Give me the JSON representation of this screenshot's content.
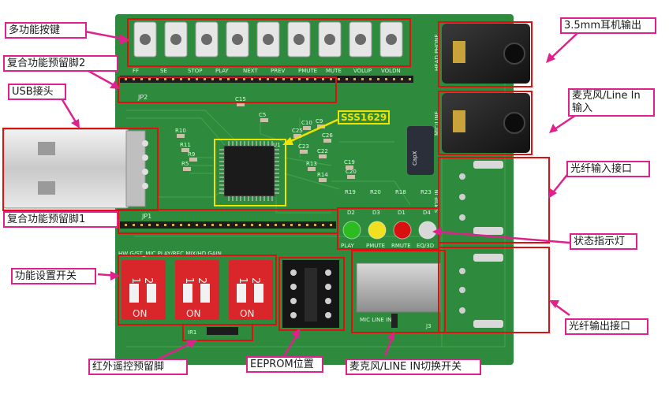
{
  "labels": {
    "multi_keys": "多功能按键",
    "reserved_pin2": "复合功能预留脚2",
    "usb_connector": "USB接头",
    "chip": "SSS1629",
    "reserved_pin1": "复合功能预留脚1",
    "function_switch": "功能设置开关",
    "ir_reserved": "红外遥控预留脚",
    "eeprom": "EEPROM位置",
    "mic_line_switch": "麦克风/LINE IN切换开关",
    "headphone_out": "3.5mm耳机输出",
    "mic_line_in": "麦克风/Line In 输入",
    "optical_in": "光纤输入接口",
    "status_led": "状态指示灯",
    "optical_out": "光纤输出接口"
  },
  "silkscreen": {
    "button_labels": [
      "FF",
      "SE",
      "STOP",
      "PLAY",
      "NEXT",
      "PREV",
      "PMUTE",
      "MUTE",
      "VOLUP",
      "VOLDN"
    ],
    "jp2": "JP2",
    "jp1": "JP1",
    "u1": "U1",
    "jack_text_1": "HEAD PHONE",
    "jack_text_2": "MIC/LINE",
    "led_refs": [
      "D2",
      "D3",
      "D1",
      "D4"
    ],
    "led_labels": [
      "PLAY",
      "PMUTE",
      "RMUTE",
      "EQ/3D"
    ],
    "resistor_refs": [
      "R19",
      "R20",
      "R18",
      "R23"
    ],
    "spdif": "SPDIF IN",
    "dip_header": "HW G/ST_MIC PLAY/REC MIX/HD GAIN",
    "dip_num_1": "1",
    "dip_num_2": "2",
    "dip_on": "ON",
    "switch_text": "MIC       LINE IN",
    "j3": "J3",
    "ir1": "IR1",
    "cap_text": "CapX",
    "comp_refs": [
      "R10",
      "C25",
      "R11",
      "R9",
      "C22",
      "C23",
      "C26",
      "R13",
      "C19",
      "C20",
      "R14",
      "C15",
      "C5",
      "C9",
      "C10",
      "R5"
    ]
  },
  "colors": {
    "pcb": "#2e8b3e",
    "pcb_dark": "#1f6e2e",
    "callout_pink": "#e0208c",
    "frame_red": "#e01010",
    "chip_yellow": "#f1e300",
    "dip_red": "#d8262b",
    "led_green": "#2dbb22",
    "led_yellow": "#f0e020",
    "led_red": "#d81010",
    "led_white": "#d8d8d8"
  }
}
